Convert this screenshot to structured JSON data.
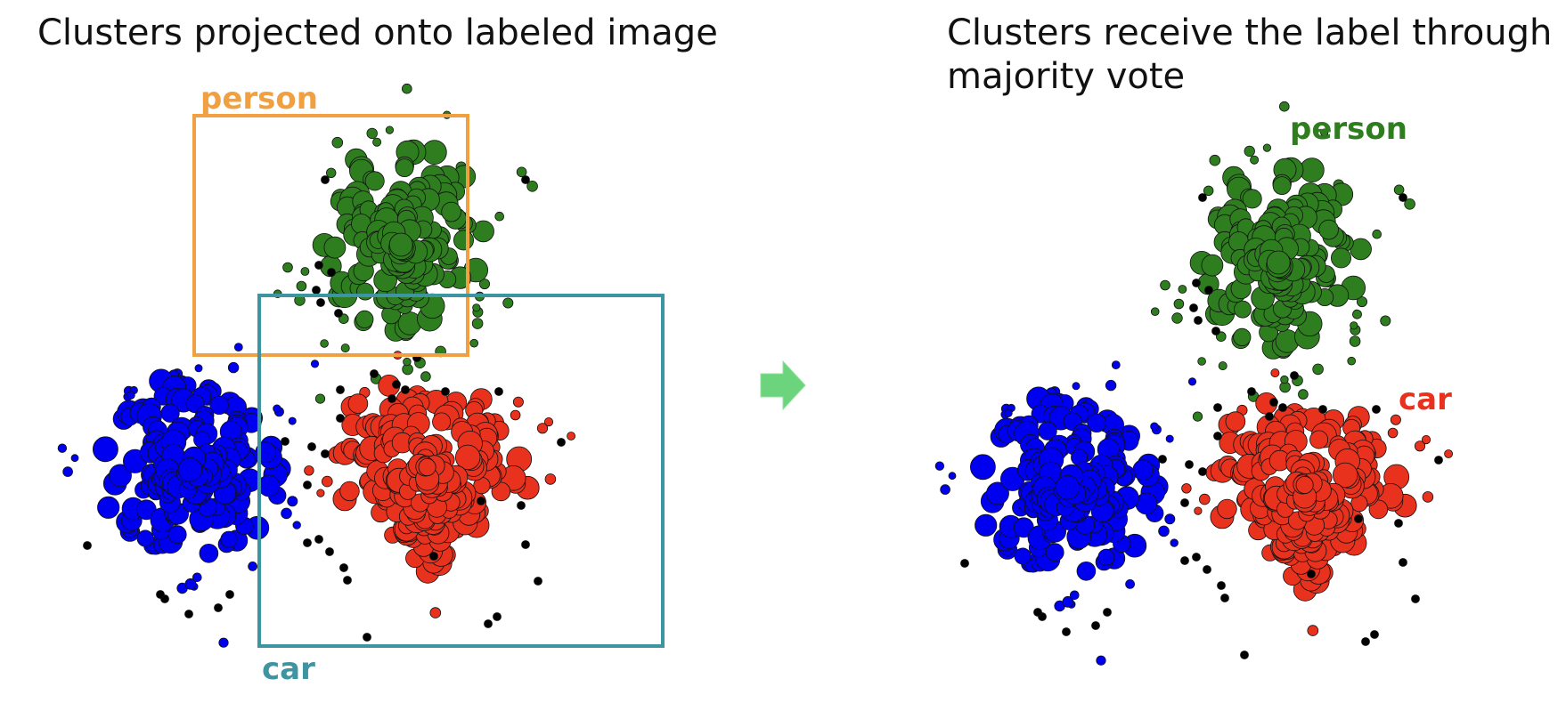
{
  "left_panel": {
    "title": "Clusters projected onto labeled image",
    "box_labels": {
      "person": "person",
      "car": "car"
    }
  },
  "right_panel": {
    "title_line1": "Clusters receive the label through",
    "title_line2": "majority vote",
    "cluster_labels": {
      "person": "person",
      "car": "car"
    }
  },
  "colors": {
    "person_box": "#f0a040",
    "car_box": "#3e95a2",
    "green_cluster": "#2e7d1f",
    "red_cluster": "#e8321e",
    "blue_cluster": "#0000f0",
    "noise": "#000000",
    "arrow": "#6bd47c",
    "person_label_right": "#2e7d1f",
    "car_label_right": "#e8321e"
  },
  "icons": {
    "arrow": "right-arrow-icon"
  }
}
